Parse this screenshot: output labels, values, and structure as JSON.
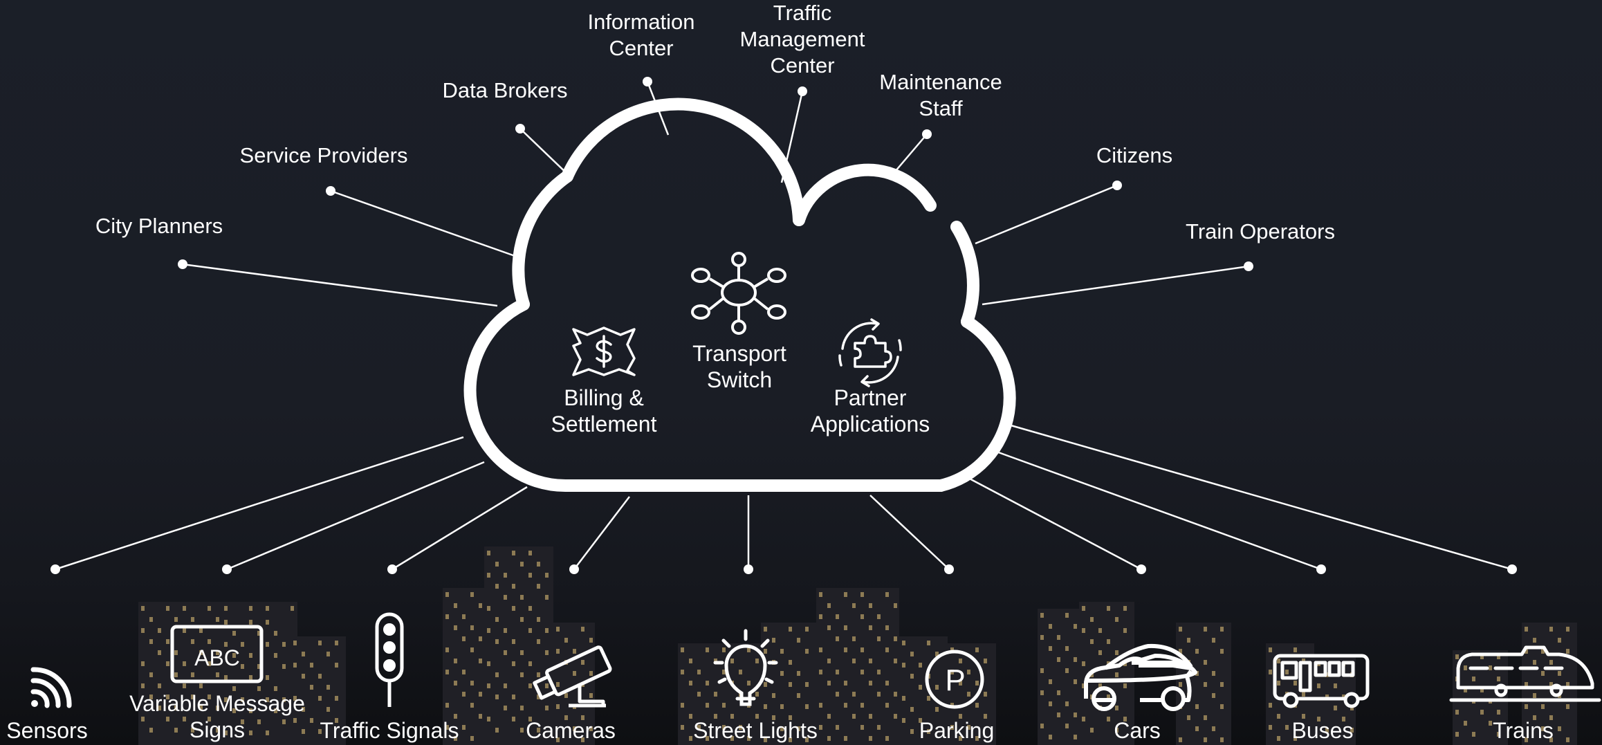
{
  "diagram": {
    "hub": {
      "services": [
        {
          "label": "Billing &\nSettlement",
          "icon": "dollar-icon"
        },
        {
          "label": "Transport\nSwitch",
          "icon": "network-hub-icon"
        },
        {
          "label": "Partner\nApplications",
          "icon": "puzzle-cycle-icon"
        }
      ]
    },
    "stakeholders": [
      {
        "label": "City Planners"
      },
      {
        "label": "Service Providers"
      },
      {
        "label": "Data Brokers"
      },
      {
        "label": "Information\nCenter"
      },
      {
        "label": "Traffic\nManagement\nCenter"
      },
      {
        "label": "Maintenance\nStaff"
      },
      {
        "label": "Citizens"
      },
      {
        "label": "Train Operators"
      }
    ],
    "devices": [
      {
        "label": "Sensors",
        "icon": "wifi-signal-icon"
      },
      {
        "label": "Variable Message\nSigns",
        "icon": "message-sign-icon",
        "sign_text": "ABC"
      },
      {
        "label": "Traffic Signals",
        "icon": "traffic-light-icon"
      },
      {
        "label": "Cameras",
        "icon": "security-camera-icon"
      },
      {
        "label": "Street Lights",
        "icon": "light-bulb-icon"
      },
      {
        "label": "Parking",
        "icon": "parking-icon",
        "glyph": "P"
      },
      {
        "label": "Cars",
        "icon": "car-icon"
      },
      {
        "label": "Buses",
        "icon": "bus-icon"
      },
      {
        "label": "Trains",
        "icon": "train-icon"
      }
    ]
  },
  "colors": {
    "line": "#ffffff",
    "text": "#ffffff",
    "background": "#1b1f28",
    "city_lights": "#e8c77a"
  }
}
